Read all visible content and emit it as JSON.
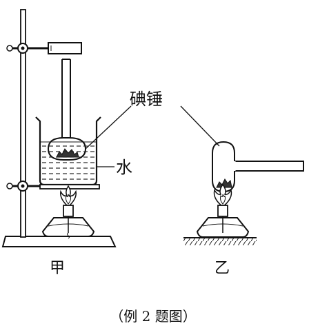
{
  "labels": {
    "iodine_hammer": "碘锤",
    "water": "水",
    "setup_a": "甲",
    "setup_b": "乙",
    "caption": "（例 2 题图）"
  }
}
